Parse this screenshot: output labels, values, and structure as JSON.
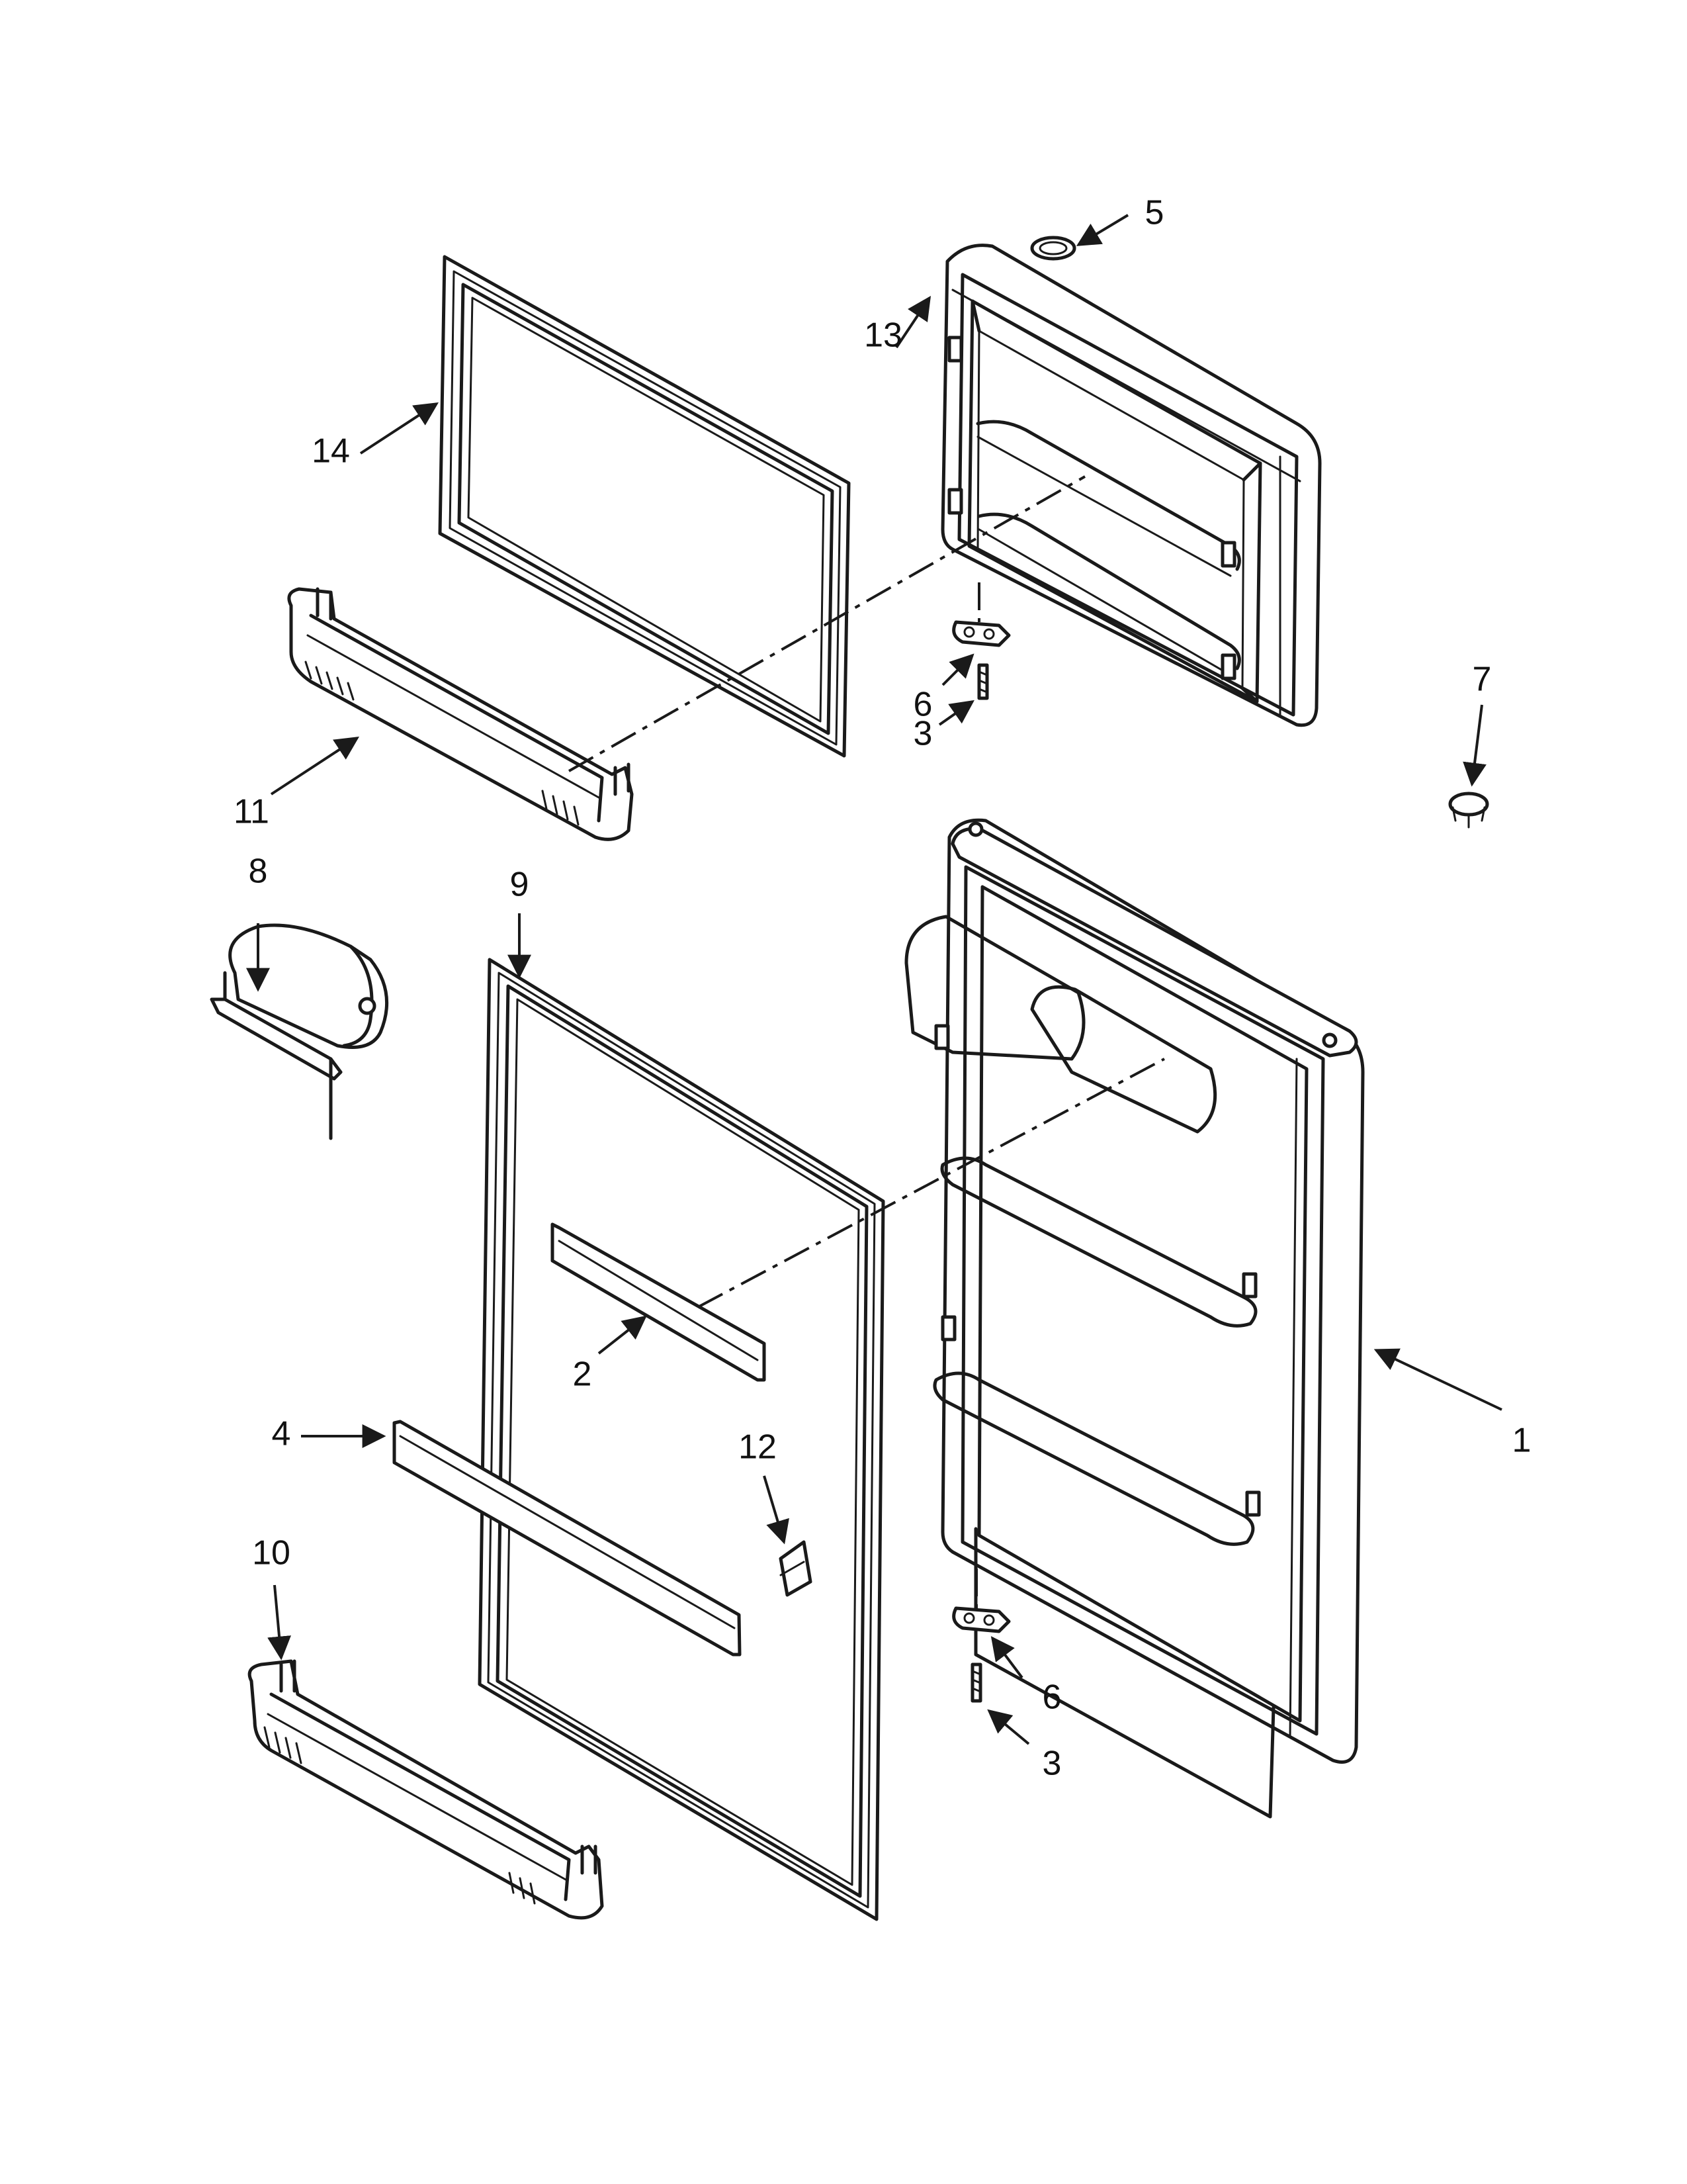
{
  "callouts": [
    {
      "id": "1",
      "text": "1"
    },
    {
      "id": "2",
      "text": "2"
    },
    {
      "id": "3a",
      "text": "3"
    },
    {
      "id": "3b",
      "text": "3"
    },
    {
      "id": "4",
      "text": "4"
    },
    {
      "id": "5",
      "text": "5"
    },
    {
      "id": "6a",
      "text": "6"
    },
    {
      "id": "6b",
      "text": "6"
    },
    {
      "id": "7",
      "text": "7"
    },
    {
      "id": "8",
      "text": "8"
    },
    {
      "id": "9",
      "text": "9"
    },
    {
      "id": "10",
      "text": "10"
    },
    {
      "id": "11",
      "text": "11"
    },
    {
      "id": "12",
      "text": "12"
    },
    {
      "id": "13",
      "text": "13"
    },
    {
      "id": "14",
      "text": "14"
    }
  ],
  "colors": {
    "ink": "#1a1a1a",
    "background": "#ffffff",
    "shade": "#d8d8d8"
  }
}
